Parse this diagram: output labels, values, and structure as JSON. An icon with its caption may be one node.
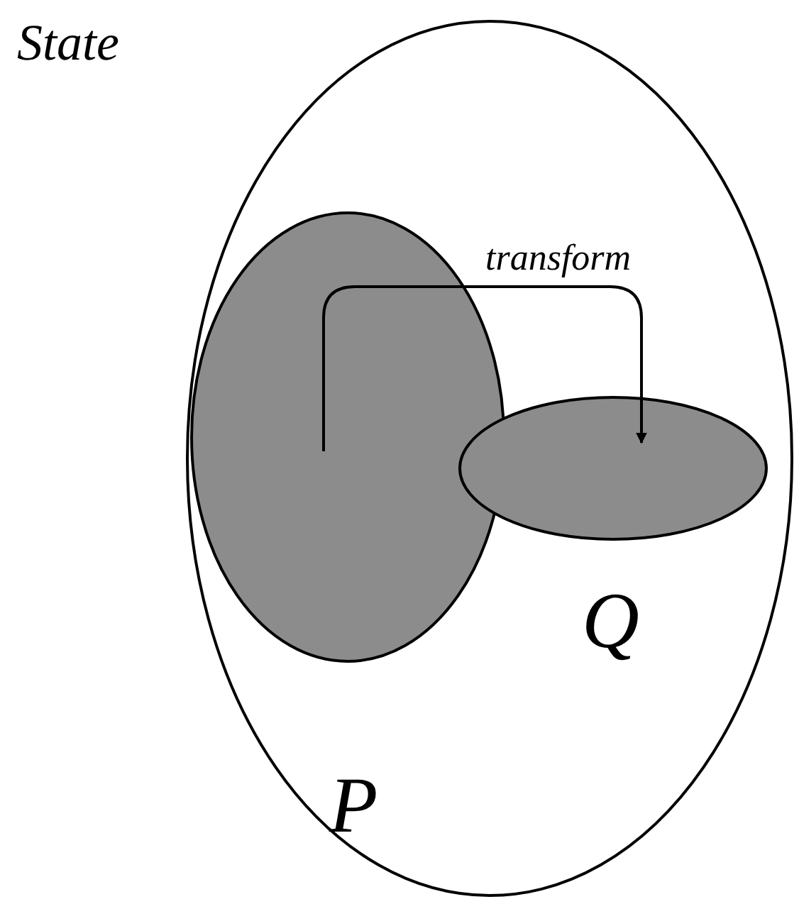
{
  "diagram": {
    "nodes": [
      {
        "text": [
          "State"
        ]
      },
      {
        "text": [
          "P"
        ],
        "in": 0
      },
      {
        "text": [
          "Q"
        ],
        "in": 0
      }
    ],
    "edges": [
      {
        "from": 1,
        "to": 2,
        "arrow": "to",
        "label": "transform"
      }
    ]
  }
}
